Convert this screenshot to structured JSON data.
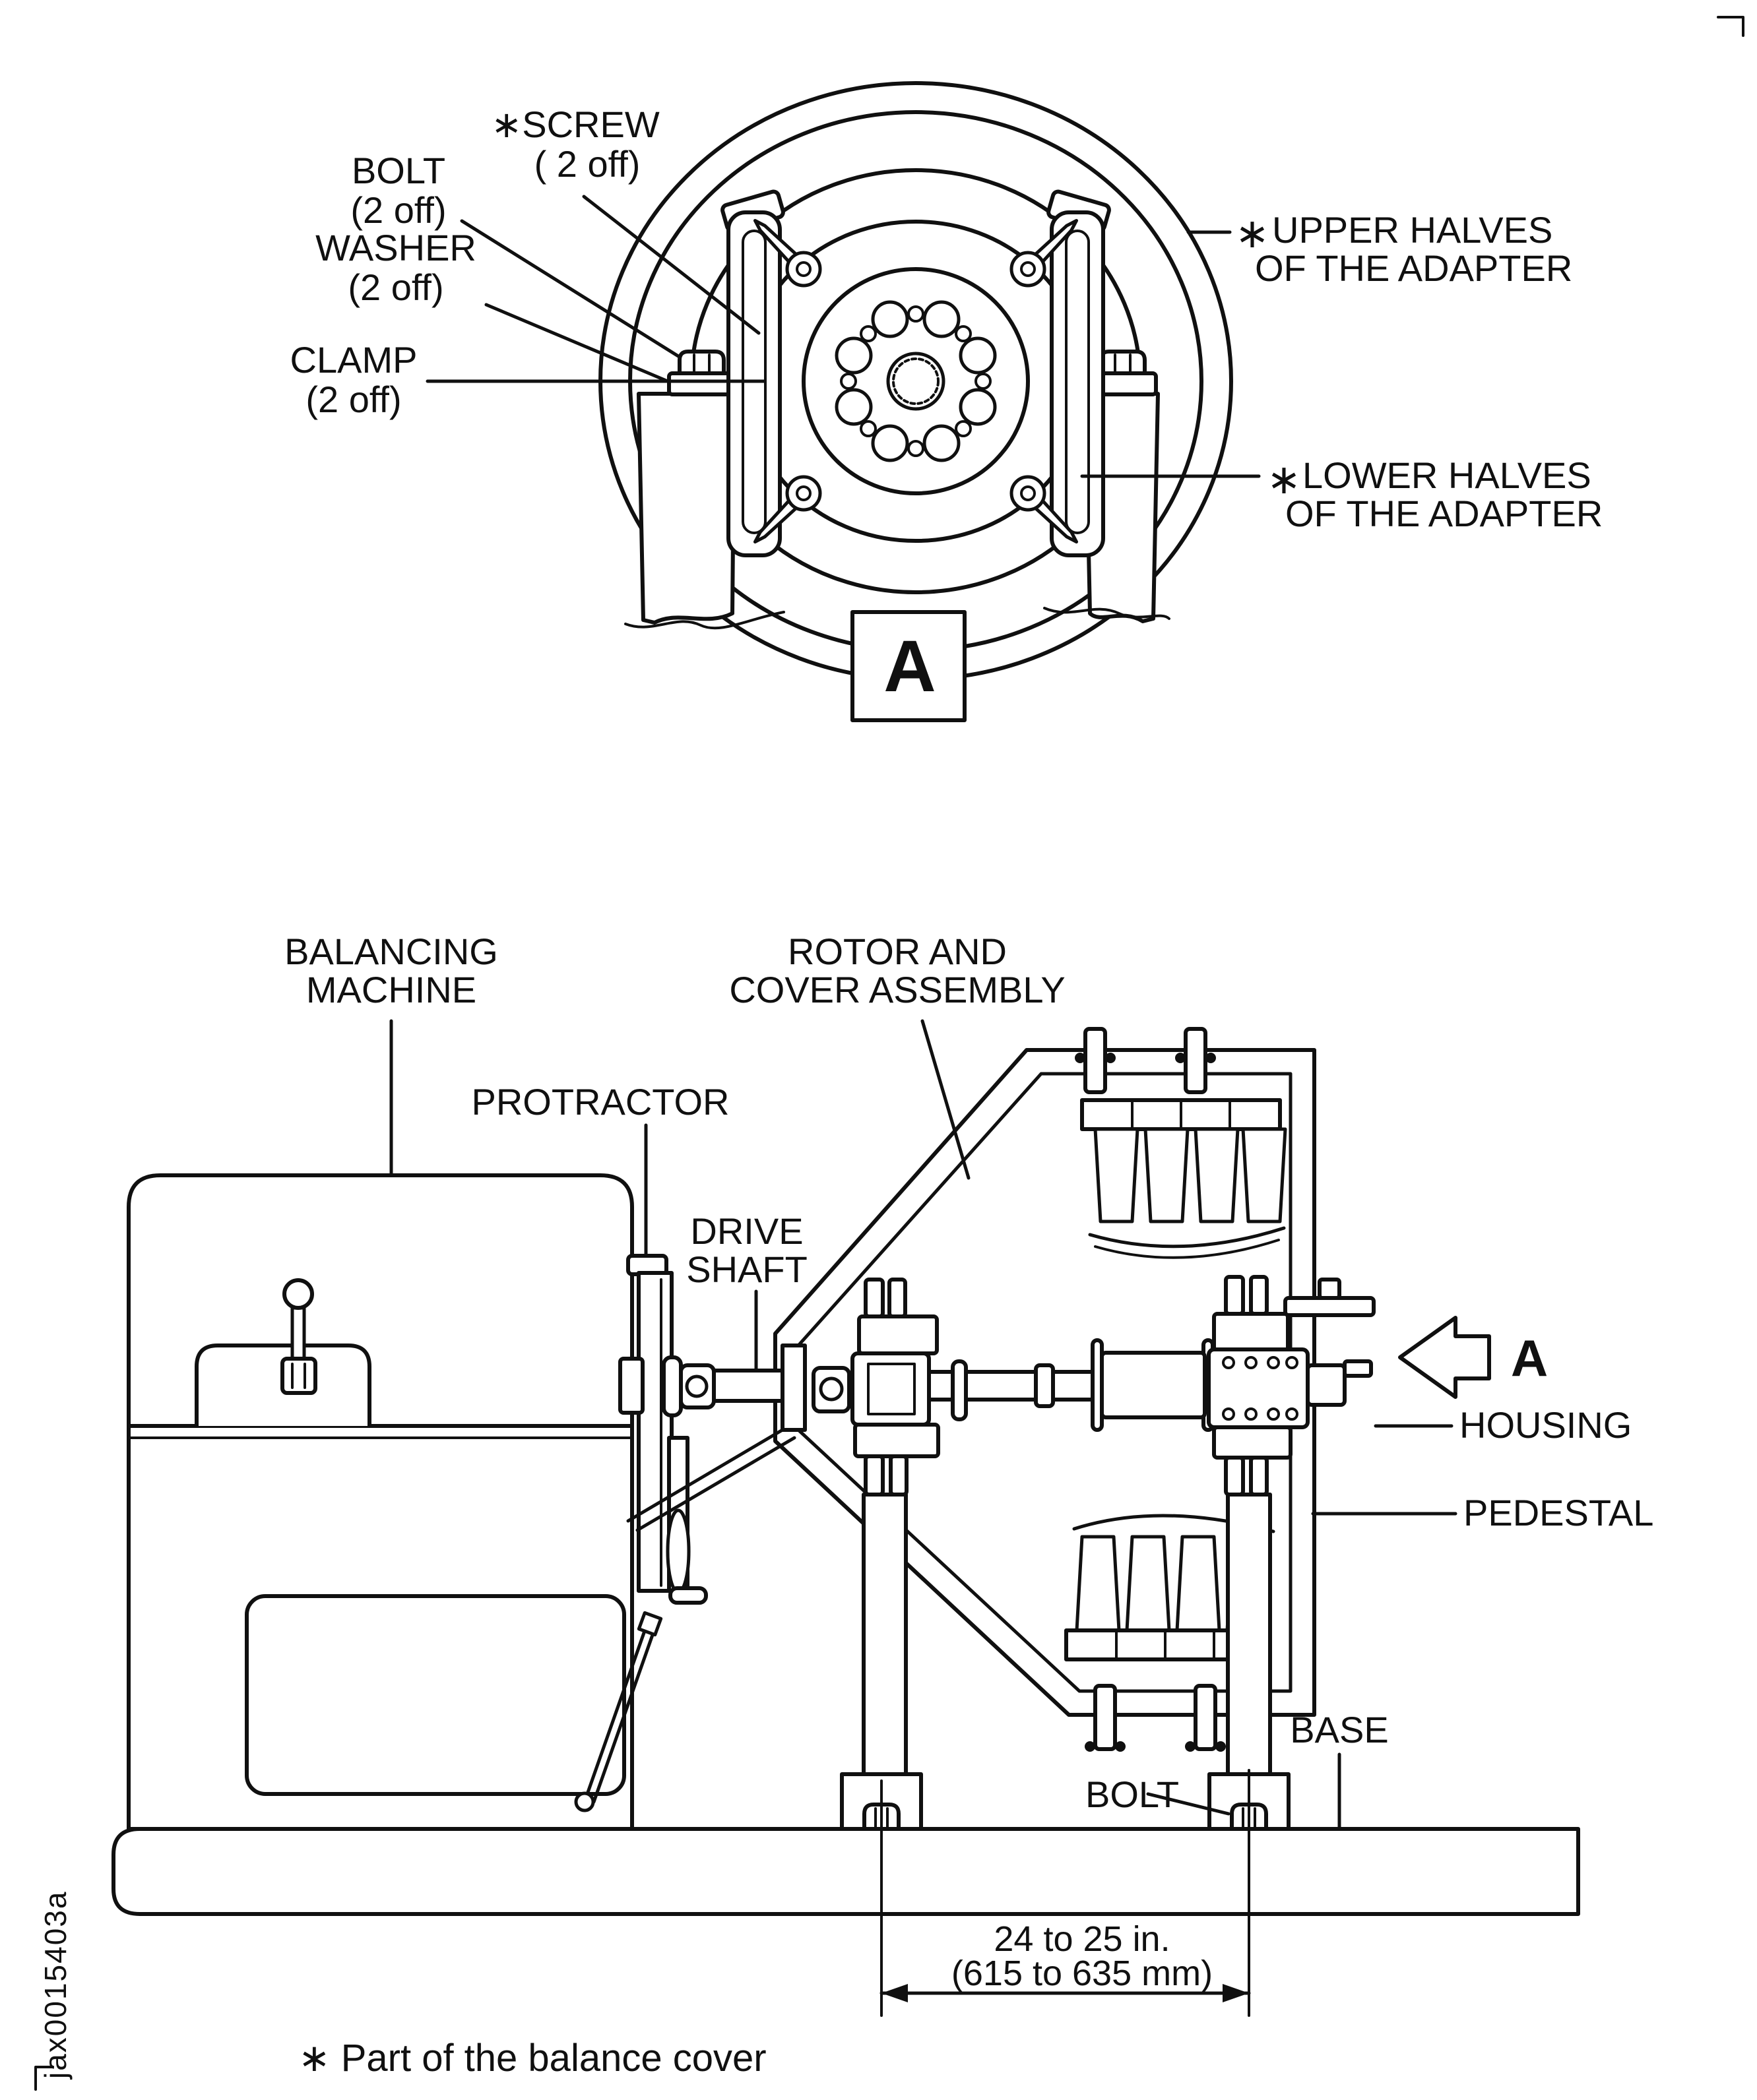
{
  "colors": {
    "ink": "#101010",
    "paper": "#ffffff"
  },
  "figure_id": "jax0015403a",
  "footnote": "∗ Part of the balance cover",
  "detail_view": {
    "marker": "A",
    "labels": {
      "screw": [
        "∗SCREW",
        "( 2 off)"
      ],
      "bolt": [
        "BOLT",
        "(2 off)"
      ],
      "washer": [
        "WASHER",
        "(2 off)"
      ],
      "clamp": [
        "CLAMP",
        "(2 off)"
      ],
      "upper_marker": "∗",
      "upper": [
        "UPPER HALVES",
        "OF THE ADAPTER"
      ],
      "lower_marker": "∗",
      "lower": [
        "LOWER HALVES",
        "OF THE ADAPTER"
      ]
    }
  },
  "main_view": {
    "view_arrow": "A",
    "labels": {
      "balancing_machine": [
        "BALANCING",
        "MACHINE"
      ],
      "rotor_cover": [
        "ROTOR AND",
        "COVER ASSEMBLY"
      ],
      "protractor": "PROTRACTOR",
      "drive_shaft": [
        "DRIVE",
        "SHAFT"
      ],
      "housing": "HOUSING",
      "pedestal": "PEDESTAL",
      "base": "BASE",
      "bolt": "BOLT"
    },
    "dimension": {
      "inches": "24 to 25 in.",
      "metric": "(615 to 635 mm)"
    }
  }
}
